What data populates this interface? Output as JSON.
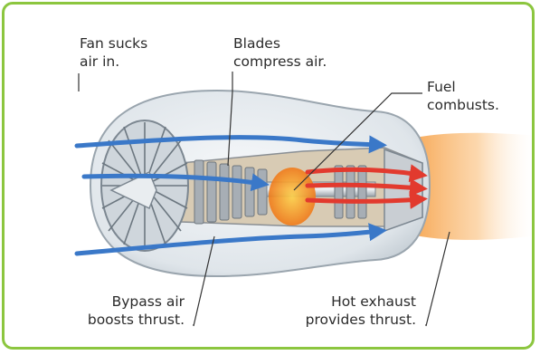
{
  "figure": {
    "border_color": "#8cc63f",
    "labels": {
      "fan": "Fan sucks\nair in.",
      "blades": "Blades\ncompress air.",
      "fuel": "Fuel\ncombusts.",
      "bypass": "Bypass air\nboosts thrust.",
      "exhaust": "Hot exhaust\nprovides thrust."
    },
    "colors": {
      "bypass_flow": "#3a78c8",
      "hot_flow": "#e23a2e",
      "exhaust_glow": "#f7a24a",
      "casing": "#e6ebef"
    }
  }
}
